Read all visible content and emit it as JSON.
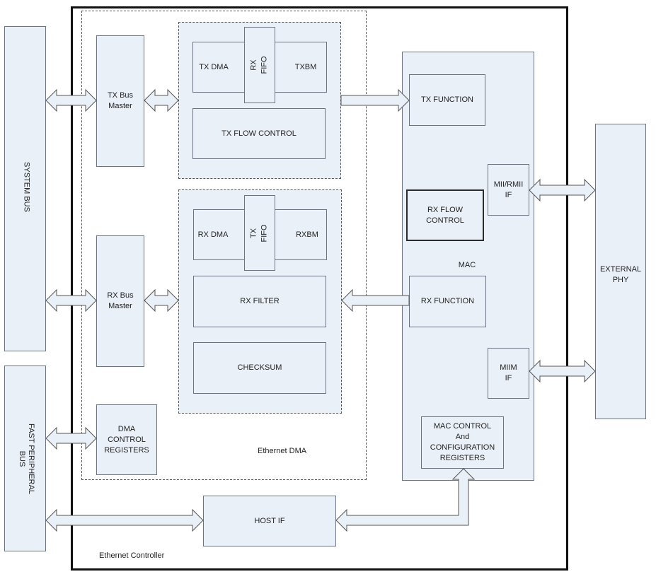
{
  "labels": {
    "system_bus": "SYSTEM BUS",
    "fast_peripheral_bus": "FAST PERIPHERAL\nBUS",
    "external_phy": "EXTERNAL\nPHY",
    "ethernet_controller": "Ethernet Controller",
    "ethernet_dma": "Ethernet DMA",
    "tx_bus_master": "TX Bus\nMaster",
    "rx_bus_master": "RX Bus\nMaster",
    "dma_control_registers": "DMA\nCONTROL\nREGISTERS",
    "tx_dma": "TX DMA",
    "rx_fifo": "RX\nFIFO",
    "txbm": "TXBM",
    "tx_flow_control": "TX FLOW CONTROL",
    "rx_dma": "RX DMA",
    "tx_fifo": "TX\nFIFO",
    "rxbm": "RXBM",
    "rx_filter": "RX FILTER",
    "checksum": "CHECKSUM",
    "mac": "MAC",
    "tx_function": "TX FUNCTION",
    "mii_rmii_if": "MII/RMII\nIF",
    "rx_flow_control": "RX FLOW\nCONTROL",
    "rx_function": "RX FUNCTION",
    "miim_if": "MIIM\nIF",
    "mac_control_config": "MAC CONTROL\nAnd\nCONFIGURATION\nREGISTERS",
    "host_if": "HOST IF"
  }
}
